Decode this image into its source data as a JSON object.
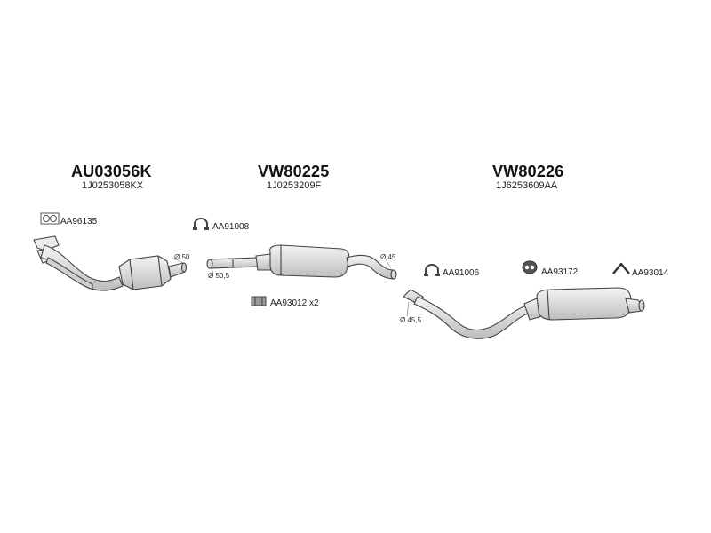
{
  "groups": [
    {
      "title": "AU03056K",
      "code": "1J0253058KX"
    },
    {
      "title": "VW80225",
      "code": "1J0253209F"
    },
    {
      "title": "VW80226",
      "code": "1J6253609AA"
    }
  ],
  "accessories": {
    "gasket_top": "AA96135",
    "clamp_mid": "AA91008",
    "bracket_mid": "AA93012",
    "bracket_mid_qty": "x2",
    "clamp_right": "AA91006",
    "rubber_ring": "AA93172",
    "hanger_right": "AA93014"
  },
  "dimensions": {
    "d50": "Ø 50",
    "d50_5": "Ø 50,5",
    "d45": "Ø 45",
    "d45_5": "Ø 45,5"
  },
  "colors": {
    "outline": "#444444",
    "fill": "#e6e6e6"
  }
}
